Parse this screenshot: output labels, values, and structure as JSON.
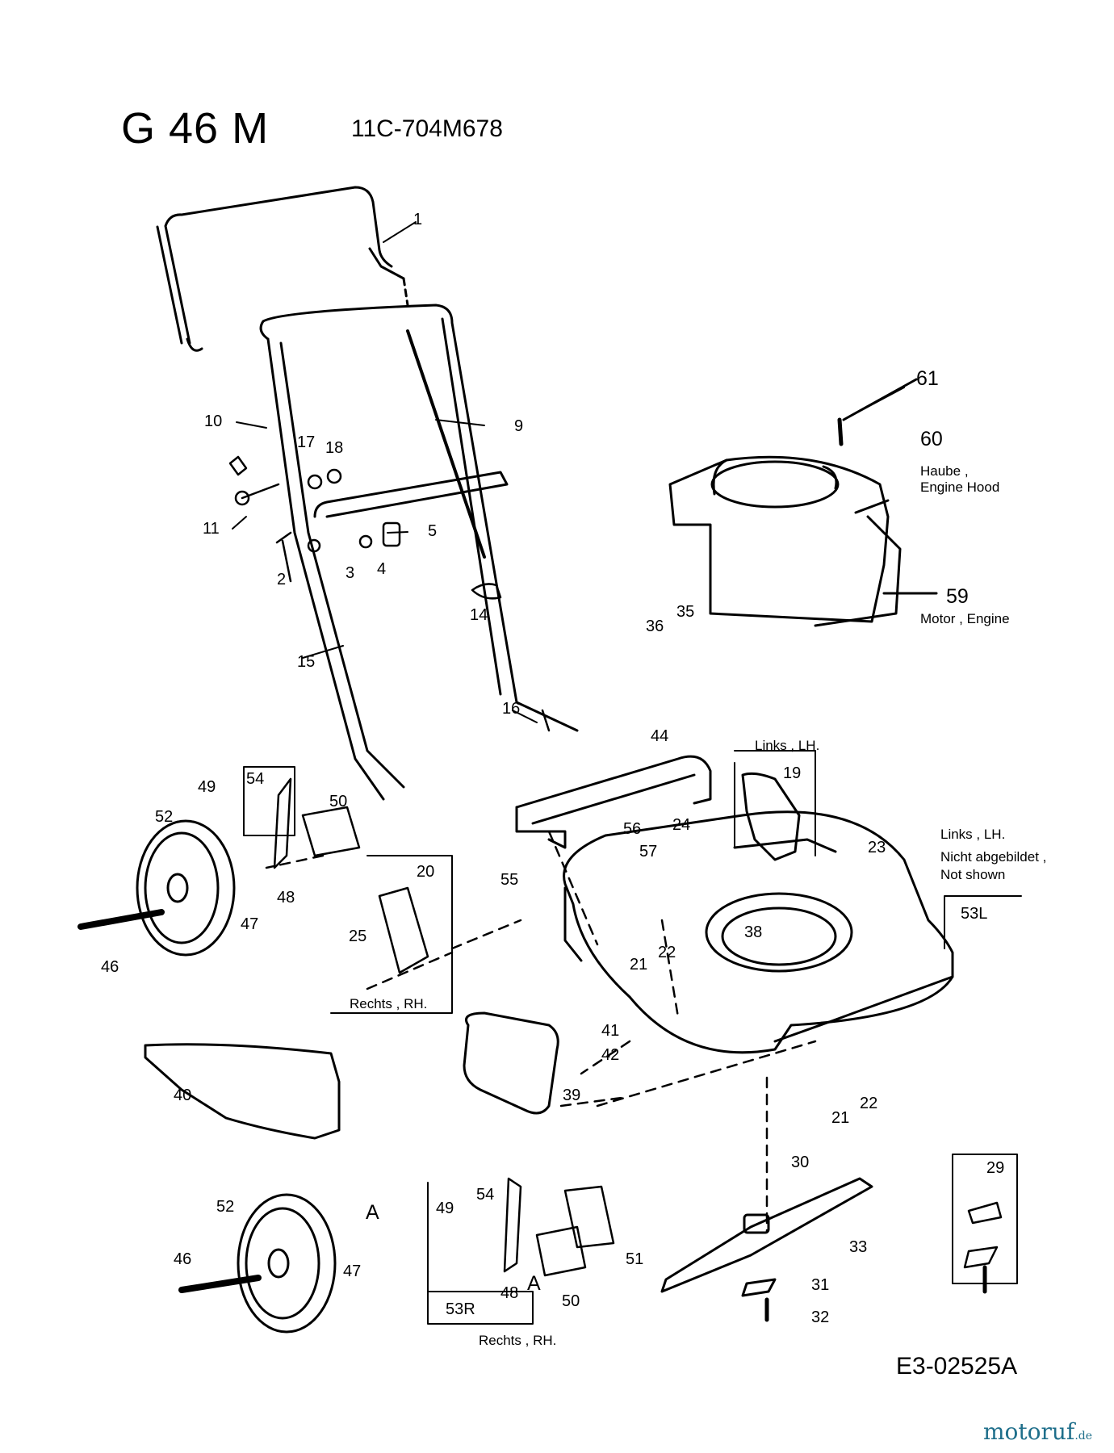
{
  "header": {
    "model": "G 46 M",
    "code": "11C-704M678"
  },
  "parts": {
    "p1": "1",
    "p2": "2",
    "p3": "3",
    "p4": "4",
    "p5": "5",
    "p9": "9",
    "p10": "10",
    "p11": "11",
    "p14": "14",
    "p15": "15",
    "p16": "16",
    "p17": "17",
    "p18": "18",
    "p19": "19",
    "p20": "20",
    "p21a": "21",
    "p21b": "21",
    "p22a": "22",
    "p22b": "22",
    "p23": "23",
    "p24": "24",
    "p25": "25",
    "p29": "29",
    "p30": "30",
    "p31": "31",
    "p32": "32",
    "p33": "33",
    "p35": "35",
    "p36": "36",
    "p38": "38",
    "p39": "39",
    "p40": "40",
    "p41": "41",
    "p42": "42",
    "p44": "44",
    "p46a": "46",
    "p46b": "46",
    "p47a": "47",
    "p47b": "47",
    "p48a": "48",
    "p48b": "48",
    "p49a": "49",
    "p49b": "49",
    "p50a": "50",
    "p50b": "50",
    "p51": "51",
    "p52a": "52",
    "p52b": "52",
    "p53L": "53L",
    "p53R": "53R",
    "p54a": "54",
    "p54b": "54",
    "p55": "55",
    "p56": "56",
    "p57": "57",
    "p59": "59",
    "p60": "60",
    "p61": "61",
    "pA1": "A",
    "pA2": "A"
  },
  "notes": {
    "haube": "Haube ,",
    "engine_hood": "Engine Hood",
    "motor": "Motor , Engine",
    "links1": "Links , LH.",
    "links2": "Links , LH.",
    "nicht": "Nicht abgebildet ,",
    "not_shown": "Not shown",
    "rechts1": "Rechts ,  RH.",
    "rechts2": "Rechts ,  RH."
  },
  "footer": {
    "doc_id": "E3-02525A",
    "logo_main": "motoruf",
    "logo_tld": ".de"
  }
}
